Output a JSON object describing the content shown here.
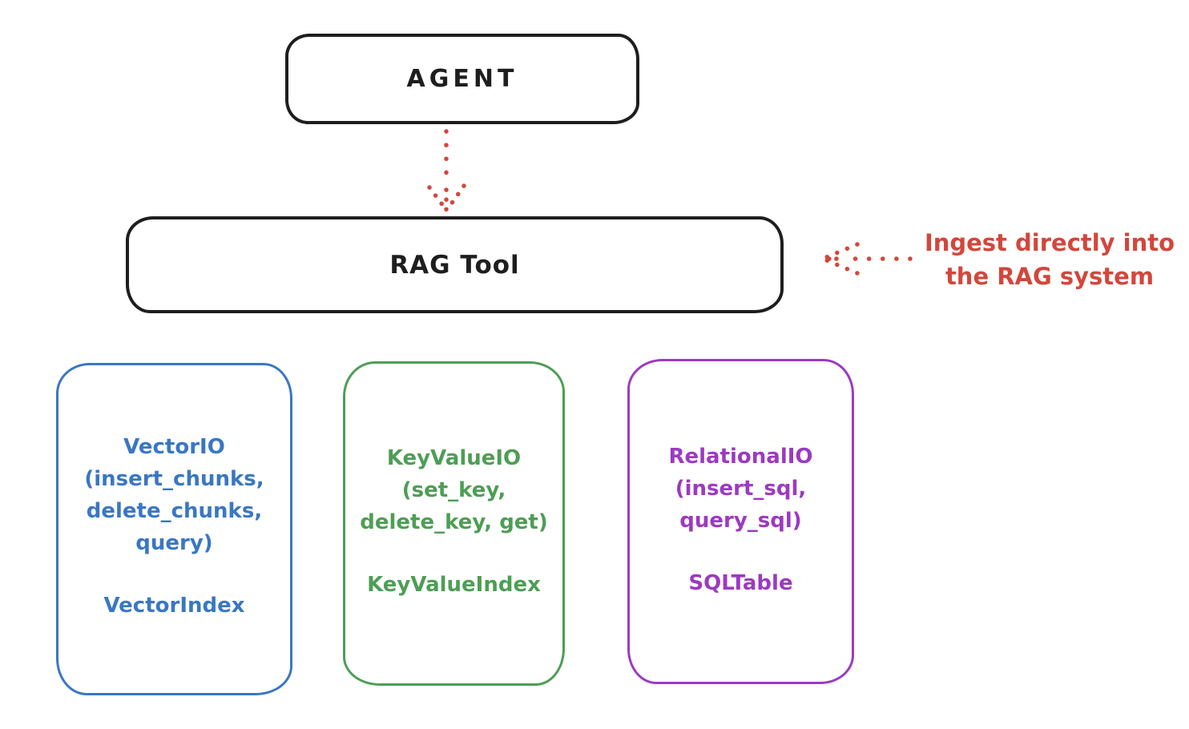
{
  "colors": {
    "ink": "#1e1e1e",
    "red": "#d2473c",
    "blue": "#3a77c2",
    "green": "#4d9e55",
    "purple": "#9c3ac0",
    "background": "#ffffff"
  },
  "nodes": {
    "agent": {
      "label": "AGENT"
    },
    "rag_tool": {
      "label": "RAG Tool"
    },
    "vector_io": {
      "lines": [
        "VectorIO",
        "(insert_chunks,",
        "delete_chunks,",
        "query)"
      ],
      "index": "VectorIndex"
    },
    "key_value_io": {
      "lines": [
        "KeyValueIO",
        "(set_key,",
        "delete_key, get)"
      ],
      "index": "KeyValueIndex"
    },
    "relational_io": {
      "lines": [
        "RelationalIO",
        "(insert_sql,",
        "query_sql)"
      ],
      "index": "SQLTable"
    }
  },
  "annotation": {
    "line1": "Ingest directly into",
    "line2": "the RAG system"
  }
}
